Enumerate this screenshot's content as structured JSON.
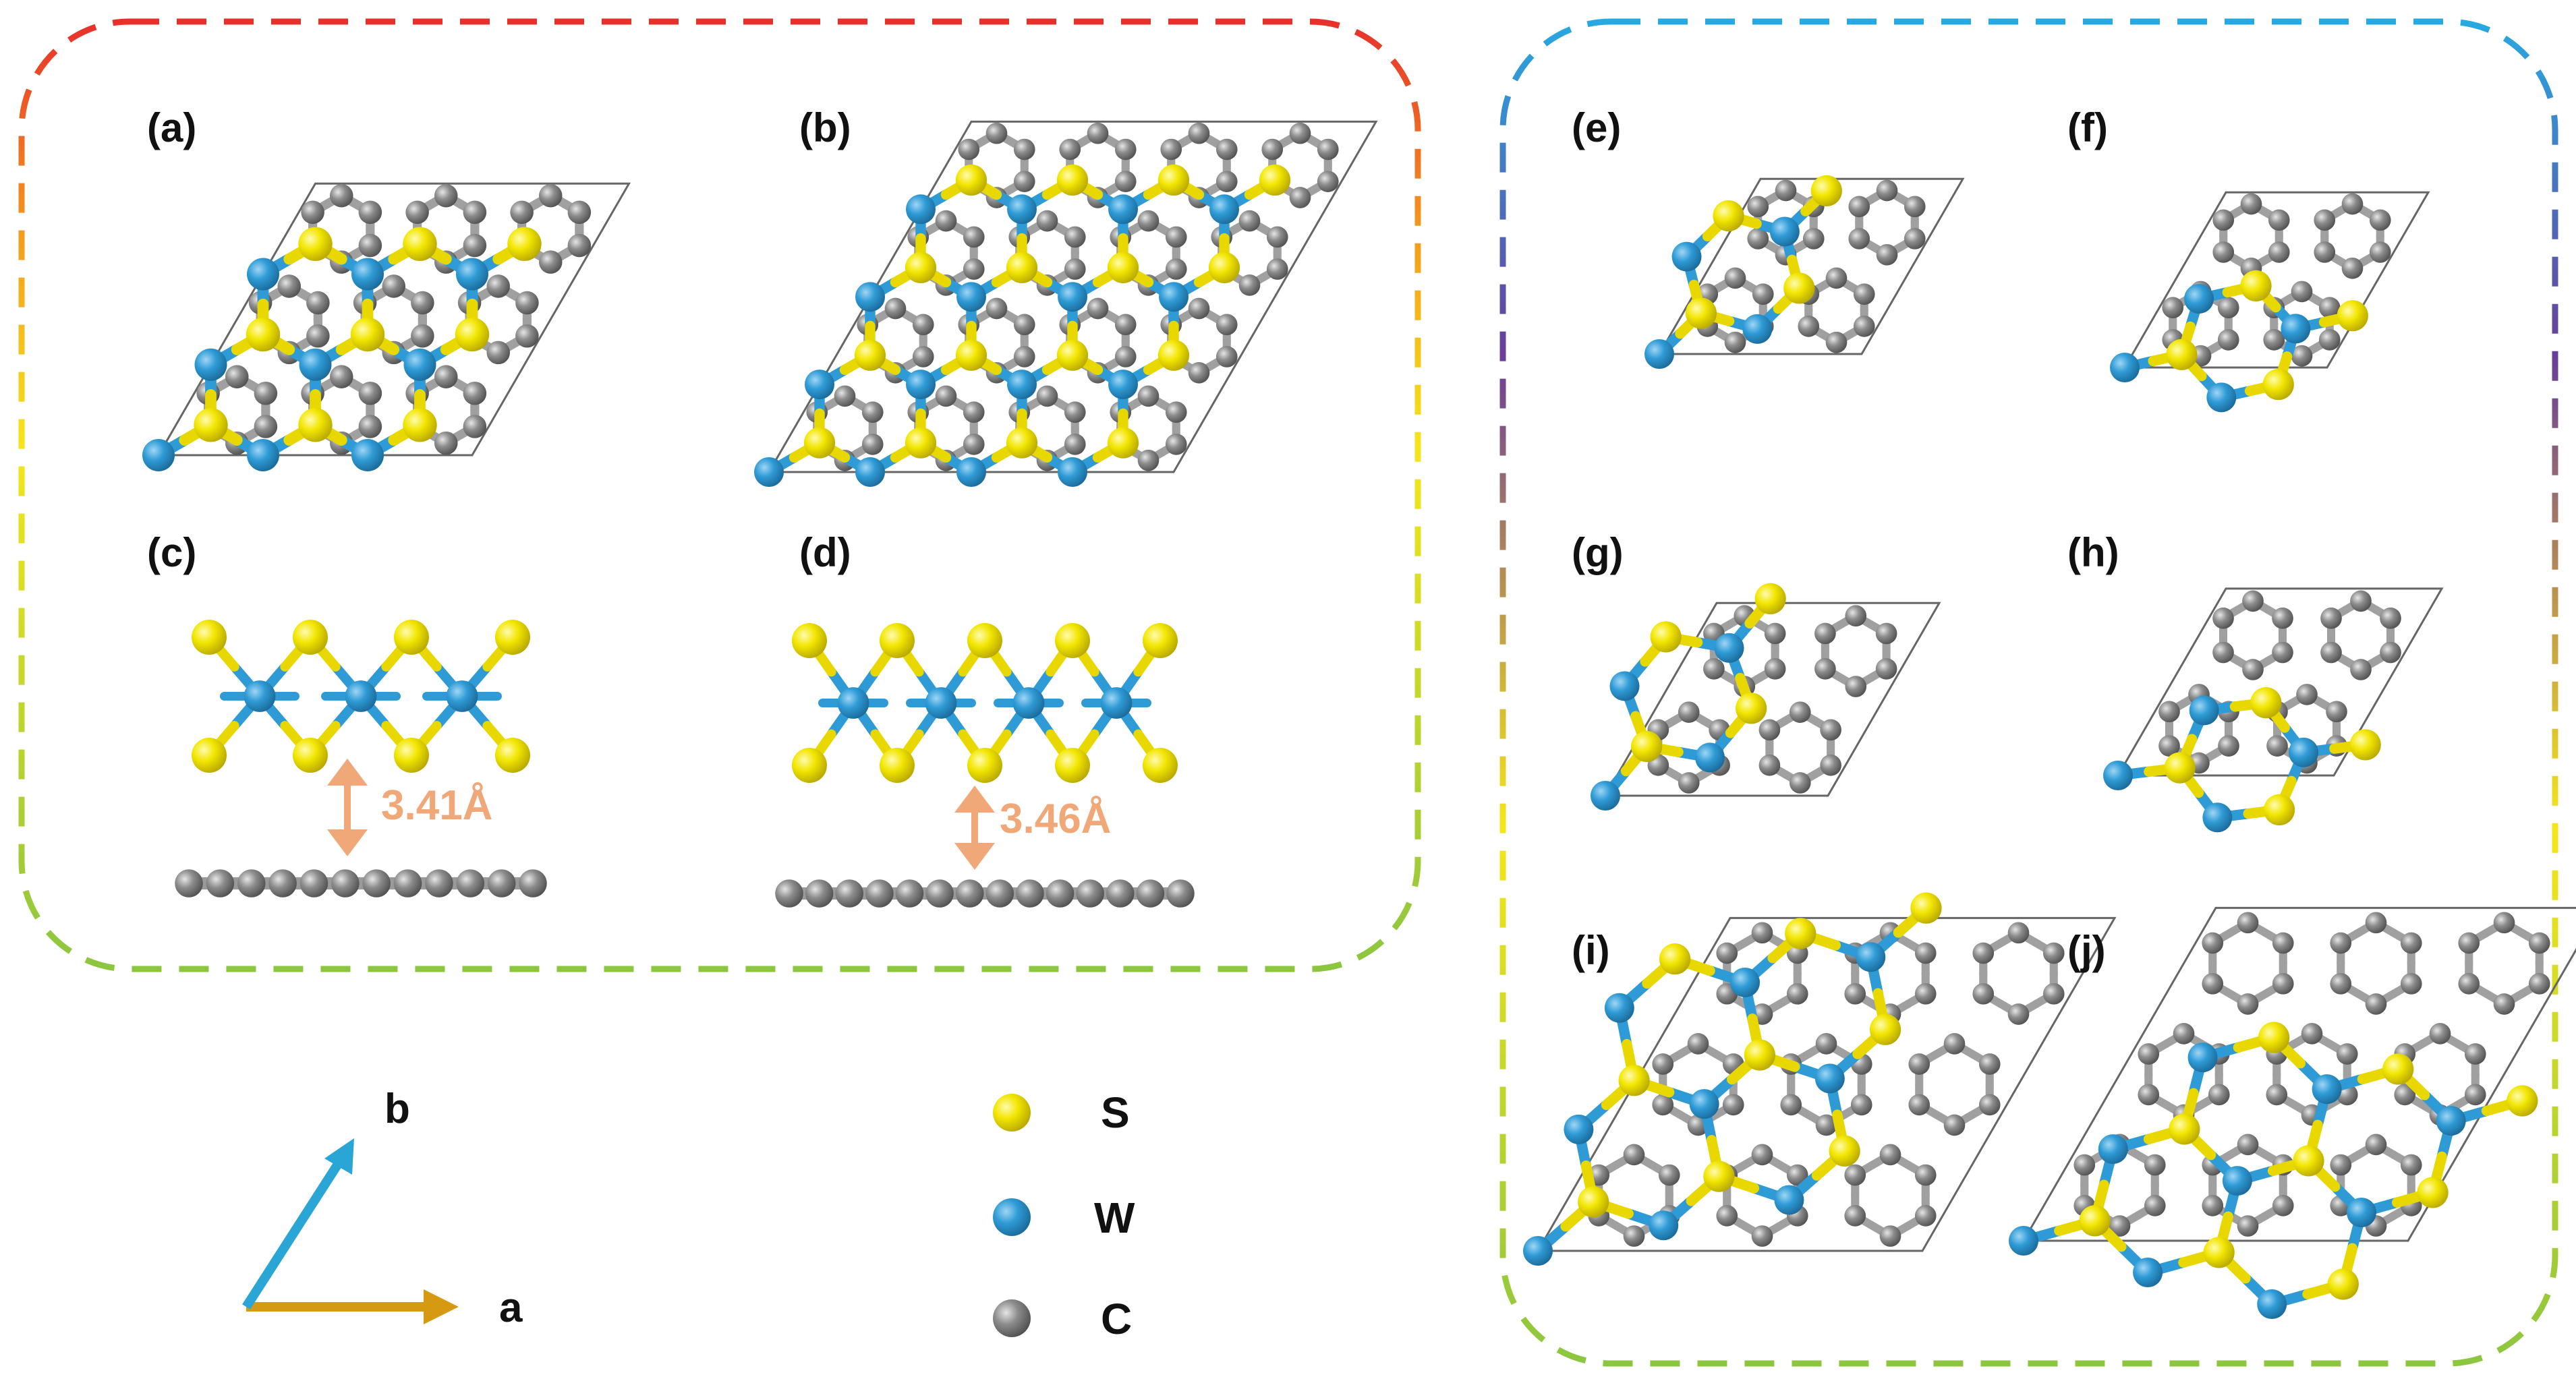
{
  "colors": {
    "sulfur": "#f2e600",
    "tungsten": "#2f9bd6",
    "carbon": "#8c8c8c",
    "bond_gray": "#9a9a9a",
    "cell_line": "#555555",
    "distance_arrow": "#f0a878",
    "axis_a": "#d69a12",
    "axis_b": "#2aa6d6",
    "left_frame_top": "#e8302a",
    "left_frame_mid": "#f5e61a",
    "left_frame_bottom": "#8cc63f",
    "right_frame_top": "#27a9e1",
    "right_frame_mid": "#6a3d9a",
    "right_frame_bottom": "#8cc63f"
  },
  "panels": {
    "a": "(a)",
    "b": "(b)",
    "c": "(c)",
    "d": "(d)",
    "e": "(e)",
    "f": "(f)",
    "g": "(g)",
    "h": "(h)",
    "i": "(i)",
    "j": "(j)"
  },
  "distances": {
    "c": "3.41Å",
    "d": "3.46Å"
  },
  "legend": [
    {
      "symbol": "S",
      "color": "#f2e600"
    },
    {
      "symbol": "W",
      "color": "#2f9bd6"
    },
    {
      "symbol": "C",
      "color": "#8c8c8c"
    }
  ],
  "axes": {
    "a": "a",
    "b": "b"
  }
}
